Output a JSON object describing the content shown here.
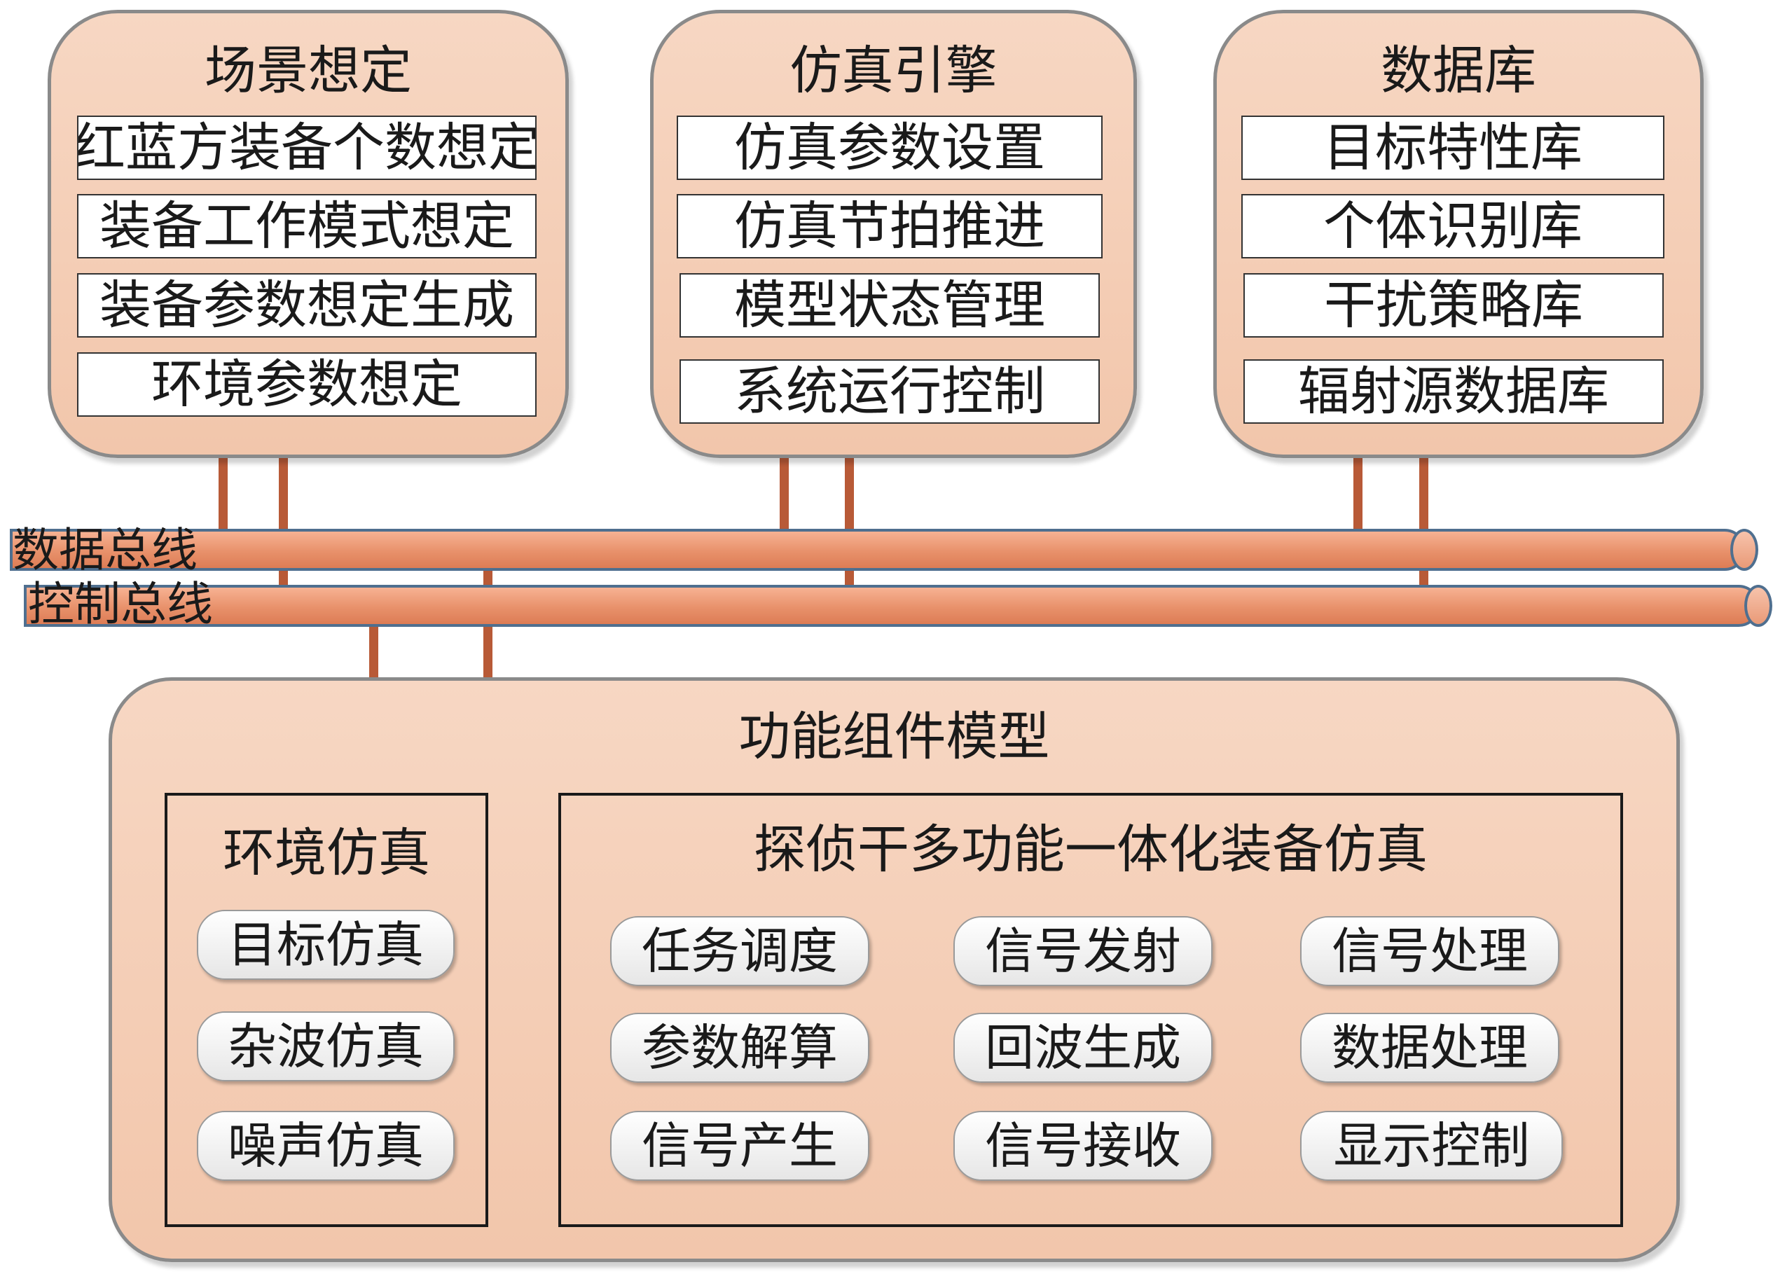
{
  "top_panels": [
    {
      "title": "场景想定",
      "items": [
        "红蓝方装备个数想定",
        "装备工作模式想定",
        "装备参数想定生成",
        "环境参数想定"
      ]
    },
    {
      "title": "仿真引擎",
      "items": [
        "仿真参数设置",
        "仿真节拍推进",
        "模型状态管理",
        "系统运行控制"
      ]
    },
    {
      "title": "数据库",
      "items": [
        "目标特性库",
        "个体识别库",
        "干扰策略库",
        "辐射源数据库"
      ]
    }
  ],
  "buses": {
    "data_bus": "数据总线",
    "control_bus": "控制总线"
  },
  "bottom_panel": {
    "title": "功能组件模型",
    "env_group": {
      "title": "环境仿真",
      "items": [
        "目标仿真",
        "杂波仿真",
        "噪声仿真"
      ]
    },
    "equip_group": {
      "title": "探侦干多功能一体化装备仿真",
      "items": [
        "任务调度",
        "信号发射",
        "信号处理",
        "参数解算",
        "回波生成",
        "数据处理",
        "信号产生",
        "信号接收",
        "显示控制"
      ]
    }
  },
  "colors": {
    "panel_fill": "#f4cdb5",
    "bus_fill": "#e8916b",
    "bus_border": "#4f6f8f",
    "connector": "#b85a37"
  }
}
